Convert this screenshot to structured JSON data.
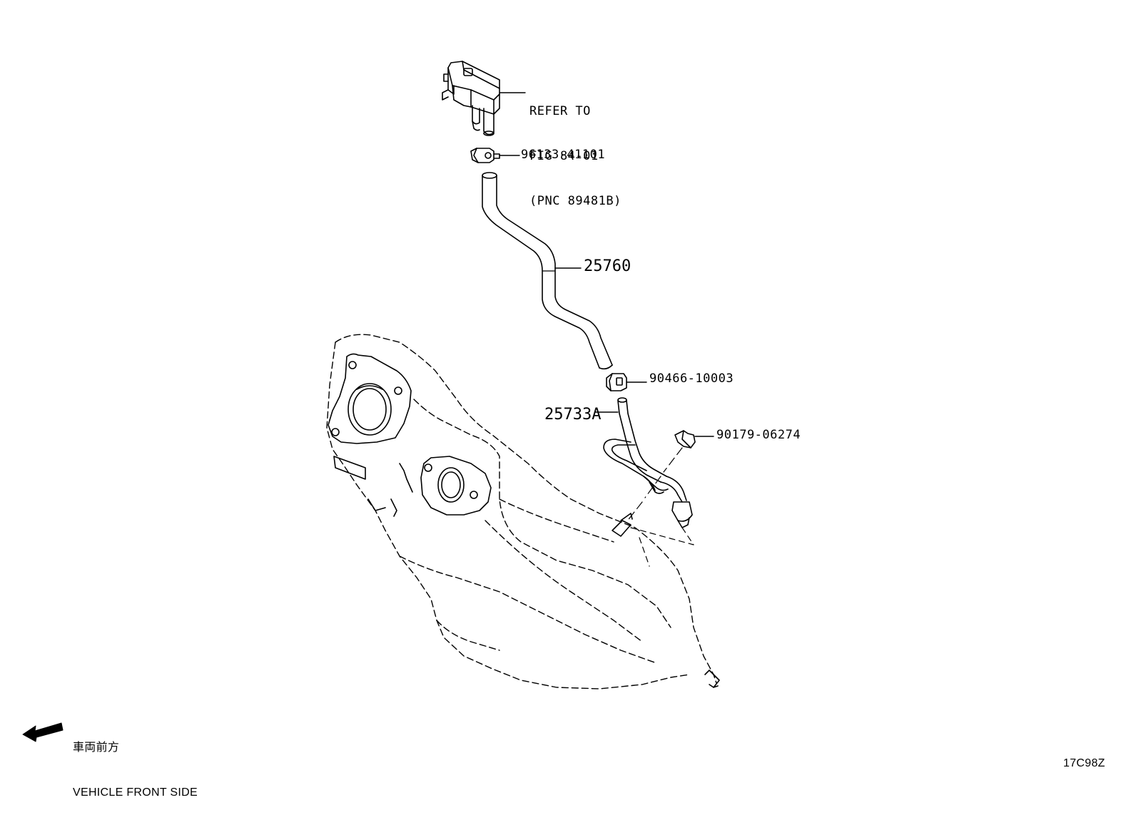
{
  "reference_note": {
    "line1": "REFER TO",
    "line2": "FIG 84-01",
    "line3": "(PNC 89481B)"
  },
  "callouts": {
    "clip_upper": "96133-41101",
    "hose": "25760",
    "clip_lower": "90466-10003",
    "pipe": "25733A",
    "clamp": "90179-06274"
  },
  "front_direction": {
    "japanese": "車両前方",
    "english": "VEHICLE FRONT SIDE"
  },
  "figure_code": "17C98Z",
  "icons": {
    "front_arrow": "arrow-left-icon"
  },
  "colors": {
    "line": "#000000",
    "background": "#ffffff"
  }
}
